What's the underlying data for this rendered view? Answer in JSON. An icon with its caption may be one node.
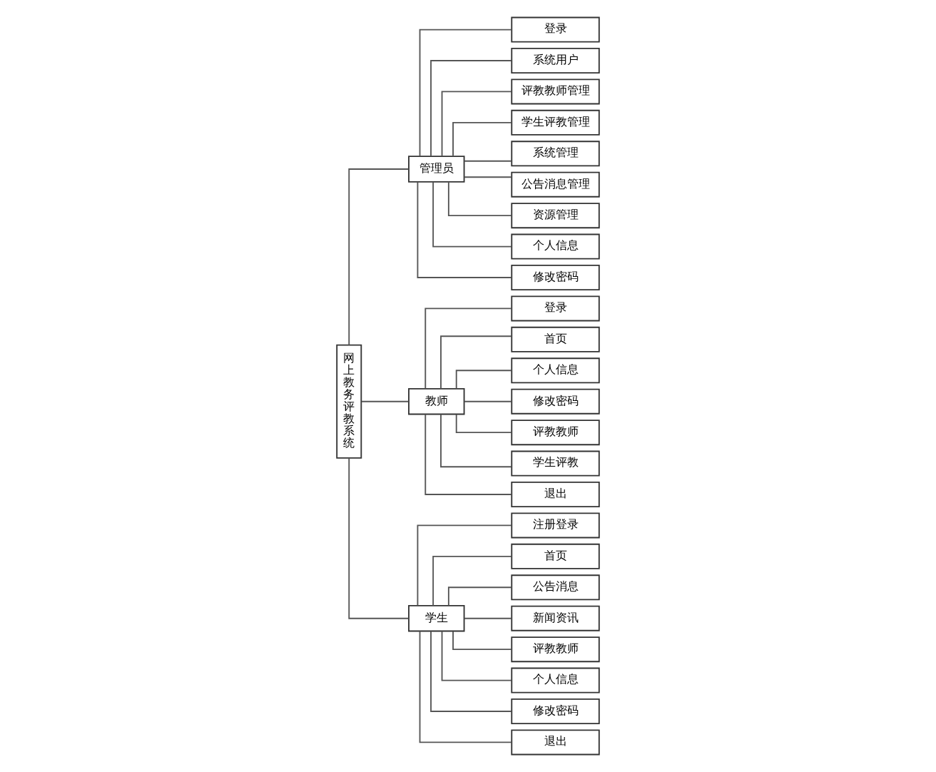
{
  "diagram": {
    "nodes": [
      {
        "text": [
          "网上教务评教系统"
        ]
      },
      {
        "text": [
          "管理员"
        ]
      },
      {
        "text": [
          "登录"
        ]
      },
      {
        "text": [
          "系统用户"
        ]
      },
      {
        "text": [
          "评教教师管理"
        ]
      },
      {
        "text": [
          "学生评教管理"
        ]
      },
      {
        "text": [
          "系统管理"
        ]
      },
      {
        "text": [
          "公告消息管理"
        ]
      },
      {
        "text": [
          "资源管理"
        ]
      },
      {
        "text": [
          "个人信息"
        ]
      },
      {
        "text": [
          "修改密码"
        ]
      },
      {
        "text": [
          "教师"
        ]
      },
      {
        "text": [
          "登录"
        ]
      },
      {
        "text": [
          "首页"
        ]
      },
      {
        "text": [
          "个人信息"
        ]
      },
      {
        "text": [
          "修改密码"
        ]
      },
      {
        "text": [
          "评教教师"
        ]
      },
      {
        "text": [
          "学生评教"
        ]
      },
      {
        "text": [
          "退出"
        ]
      },
      {
        "text": [
          "学生"
        ]
      },
      {
        "text": [
          "注册登录"
        ]
      },
      {
        "text": [
          "首页"
        ]
      },
      {
        "text": [
          "公告消息"
        ]
      },
      {
        "text": [
          "新闻资讯"
        ]
      },
      {
        "text": [
          "评教教师"
        ]
      },
      {
        "text": [
          "个人信息"
        ]
      },
      {
        "text": [
          "修改密码"
        ]
      },
      {
        "text": [
          "退出"
        ]
      }
    ],
    "edges": [
      {
        "from": 0,
        "to": 1,
        "arrow": "none"
      },
      {
        "from": 0,
        "to": 11,
        "arrow": "none"
      },
      {
        "from": 0,
        "to": 19,
        "arrow": "none"
      },
      {
        "from": 1,
        "to": 2,
        "arrow": "none"
      },
      {
        "from": 1,
        "to": 3,
        "arrow": "none"
      },
      {
        "from": 1,
        "to": 4,
        "arrow": "none"
      },
      {
        "from": 1,
        "to": 5,
        "arrow": "none"
      },
      {
        "from": 1,
        "to": 6,
        "arrow": "none"
      },
      {
        "from": 1,
        "to": 7,
        "arrow": "none"
      },
      {
        "from": 1,
        "to": 8,
        "arrow": "none"
      },
      {
        "from": 1,
        "to": 9,
        "arrow": "none"
      },
      {
        "from": 1,
        "to": 10,
        "arrow": "none"
      },
      {
        "from": 11,
        "to": 12,
        "arrow": "none"
      },
      {
        "from": 11,
        "to": 13,
        "arrow": "none"
      },
      {
        "from": 11,
        "to": 14,
        "arrow": "none"
      },
      {
        "from": 11,
        "to": 15,
        "arrow": "none"
      },
      {
        "from": 11,
        "to": 16,
        "arrow": "none"
      },
      {
        "from": 11,
        "to": 17,
        "arrow": "none"
      },
      {
        "from": 11,
        "to": 18,
        "arrow": "none"
      },
      {
        "from": 19,
        "to": 20,
        "arrow": "none"
      },
      {
        "from": 19,
        "to": 21,
        "arrow": "none"
      },
      {
        "from": 19,
        "to": 22,
        "arrow": "none"
      },
      {
        "from": 19,
        "to": 23,
        "arrow": "none"
      },
      {
        "from": 19,
        "to": 24,
        "arrow": "none"
      },
      {
        "from": 19,
        "to": 25,
        "arrow": "none"
      },
      {
        "from": 19,
        "to": 26,
        "arrow": "none"
      },
      {
        "from": 19,
        "to": 27,
        "arrow": "none"
      }
    ]
  }
}
